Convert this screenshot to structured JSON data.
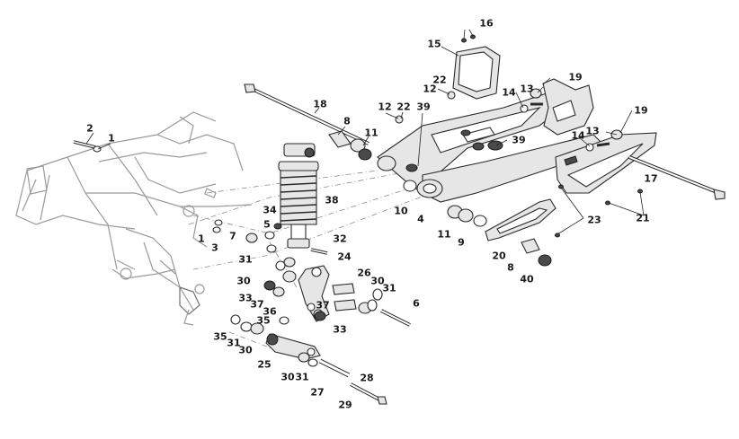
{
  "callouts": [
    {
      "id": "c1",
      "text": "1"
    },
    {
      "id": "c1b",
      "text": "1"
    },
    {
      "id": "c2",
      "text": "2"
    },
    {
      "id": "c3",
      "text": "3"
    },
    {
      "id": "c4",
      "text": "4"
    },
    {
      "id": "c5",
      "text": "5"
    },
    {
      "id": "c6",
      "text": "6"
    },
    {
      "id": "c7",
      "text": "7"
    },
    {
      "id": "c8",
      "text": "8"
    },
    {
      "id": "c8b",
      "text": "8"
    },
    {
      "id": "c9",
      "text": "9"
    },
    {
      "id": "c10",
      "text": "10"
    },
    {
      "id": "c11",
      "text": "11"
    },
    {
      "id": "c11b",
      "text": "11"
    },
    {
      "id": "c12",
      "text": "12"
    },
    {
      "id": "c12b",
      "text": "12"
    },
    {
      "id": "c13",
      "text": "13"
    },
    {
      "id": "c13b",
      "text": "13"
    },
    {
      "id": "c14",
      "text": "14"
    },
    {
      "id": "c14b",
      "text": "14"
    },
    {
      "id": "c15",
      "text": "15"
    },
    {
      "id": "c16",
      "text": "16"
    },
    {
      "id": "c17",
      "text": "17"
    },
    {
      "id": "c18",
      "text": "18"
    },
    {
      "id": "c19",
      "text": "19"
    },
    {
      "id": "c19b",
      "text": "19"
    },
    {
      "id": "c20",
      "text": "20"
    },
    {
      "id": "c21",
      "text": "21"
    },
    {
      "id": "c22",
      "text": "22"
    },
    {
      "id": "c22b",
      "text": "22"
    },
    {
      "id": "c23",
      "text": "23"
    },
    {
      "id": "c24",
      "text": "24"
    },
    {
      "id": "c25",
      "text": "25"
    },
    {
      "id": "c26",
      "text": "26"
    },
    {
      "id": "c27",
      "text": "27"
    },
    {
      "id": "c28",
      "text": "28"
    },
    {
      "id": "c29",
      "text": "29"
    },
    {
      "id": "c30",
      "text": "30"
    },
    {
      "id": "c30b",
      "text": "30"
    },
    {
      "id": "c30c",
      "text": "30"
    },
    {
      "id": "c30d",
      "text": "30"
    },
    {
      "id": "c31",
      "text": "31"
    },
    {
      "id": "c31b",
      "text": "31"
    },
    {
      "id": "c31c",
      "text": "31"
    },
    {
      "id": "c31d",
      "text": "31"
    },
    {
      "id": "c32",
      "text": "32"
    },
    {
      "id": "c33",
      "text": "33"
    },
    {
      "id": "c33b",
      "text": "33"
    },
    {
      "id": "c34",
      "text": "34"
    },
    {
      "id": "c35",
      "text": "35"
    },
    {
      "id": "c35b",
      "text": "35"
    },
    {
      "id": "c36",
      "text": "36"
    },
    {
      "id": "c37",
      "text": "37"
    },
    {
      "id": "c37b",
      "text": "37"
    },
    {
      "id": "c38",
      "text": "38"
    },
    {
      "id": "c39",
      "text": "39"
    },
    {
      "id": "c39b",
      "text": "39"
    },
    {
      "id": "c40",
      "text": "40"
    }
  ],
  "colors": {
    "line": "#2a2a2a",
    "frame": "#9a9a9a",
    "fill": "#e6e6e6",
    "dark": "#4a4a4a"
  }
}
